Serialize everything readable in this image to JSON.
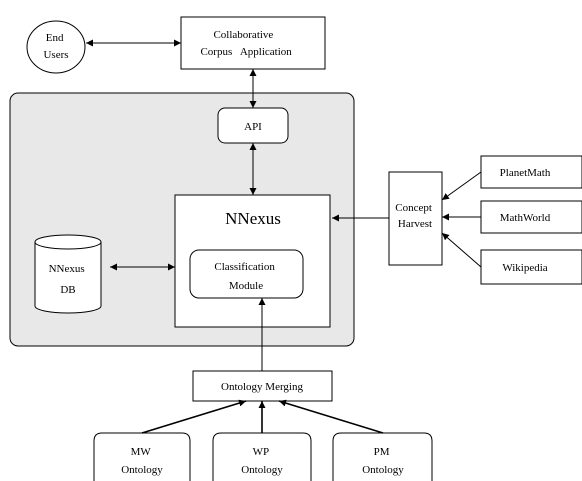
{
  "nodes": {
    "end_users": {
      "lines": [
        "End",
        "Users"
      ]
    },
    "collab": {
      "lines": [
        "Collaborative",
        "Corpus   Application"
      ]
    },
    "api": {
      "label": "API"
    },
    "nnexus": {
      "label": "NNexus"
    },
    "classification": {
      "lines": [
        "Classification",
        "Module"
      ]
    },
    "db": {
      "lines": [
        "NNexus",
        "DB"
      ]
    },
    "concept": {
      "lines": [
        "Concept",
        "Harvest"
      ]
    },
    "planetmath": {
      "label": "PlanetMath"
    },
    "mathworld": {
      "label": "MathWorld"
    },
    "wikipedia": {
      "label": "Wikipedia"
    },
    "ontology_merging": {
      "label": "Ontology Merging"
    },
    "mw_ontology": {
      "lines": [
        "MW",
        "Ontology"
      ]
    },
    "wp_ontology": {
      "lines": [
        "WP",
        "Ontology"
      ]
    },
    "pm_ontology": {
      "lines": [
        "PM",
        "Ontology"
      ]
    }
  },
  "colors": {
    "container_fill": "#e8e8e8",
    "stroke": "#000000",
    "box_fill": "#ffffff"
  }
}
